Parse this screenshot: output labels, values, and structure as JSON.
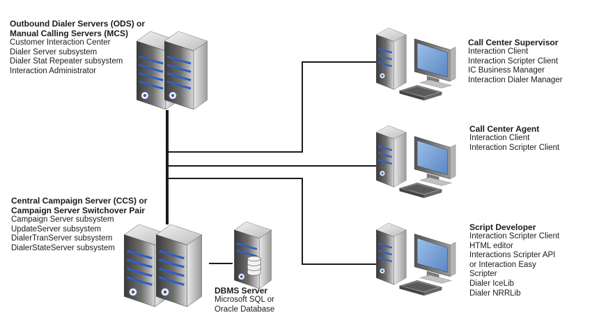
{
  "nodes": {
    "ods": {
      "title_lines": [
        "Outbound Dialer Servers (ODS) or",
        "Manual Calling Servers (MCS)"
      ],
      "items": [
        "Customer Interaction Center",
        "Dialer Server subsystem",
        "Dialer Stat Repeater subsystem",
        "Interaction Administrator"
      ]
    },
    "ccs": {
      "title_lines": [
        "Central Campaign Server (CCS) or",
        "Campaign Server Switchover Pair"
      ],
      "items": [
        "Campaign Server subsystem",
        "UpdateServer subsystem",
        "DialerTranServer subsystem",
        "DialerStateServer subsystem"
      ]
    },
    "dbms": {
      "title_lines": [
        "DBMS Server"
      ],
      "items": [
        "Microsoft SQL or",
        "Oracle Database"
      ]
    },
    "supervisor": {
      "title_lines": [
        "Call Center Supervisor"
      ],
      "items": [
        "Interaction Client",
        "Interaction Scripter Client",
        "IC Business Manager",
        "Interaction Dialer Manager"
      ]
    },
    "agent": {
      "title_lines": [
        "Call Center Agent"
      ],
      "items": [
        "Interaction Client",
        "Interaction Scripter Client"
      ]
    },
    "developer": {
      "title_lines": [
        "Script Developer"
      ],
      "items": [
        "Interaction Scripter Client",
        "HTML editor",
        "Interactions Scripter API",
        "or Interaction Easy",
        "Scripter",
        "Dialer IceLib",
        "Dialer NRRLib"
      ]
    }
  },
  "colors": {
    "line": "#1a1a1a",
    "server_light": "#d8d8d8",
    "server_dark": "#4a4a4a",
    "stripe_blue": "#2f5fc4",
    "screen": "#7ea7d8",
    "monitor_frame": "#6a6a6a"
  },
  "icons": {
    "server": "server-tower-icon",
    "workstation": "workstation-icon",
    "database": "database-server-icon"
  }
}
